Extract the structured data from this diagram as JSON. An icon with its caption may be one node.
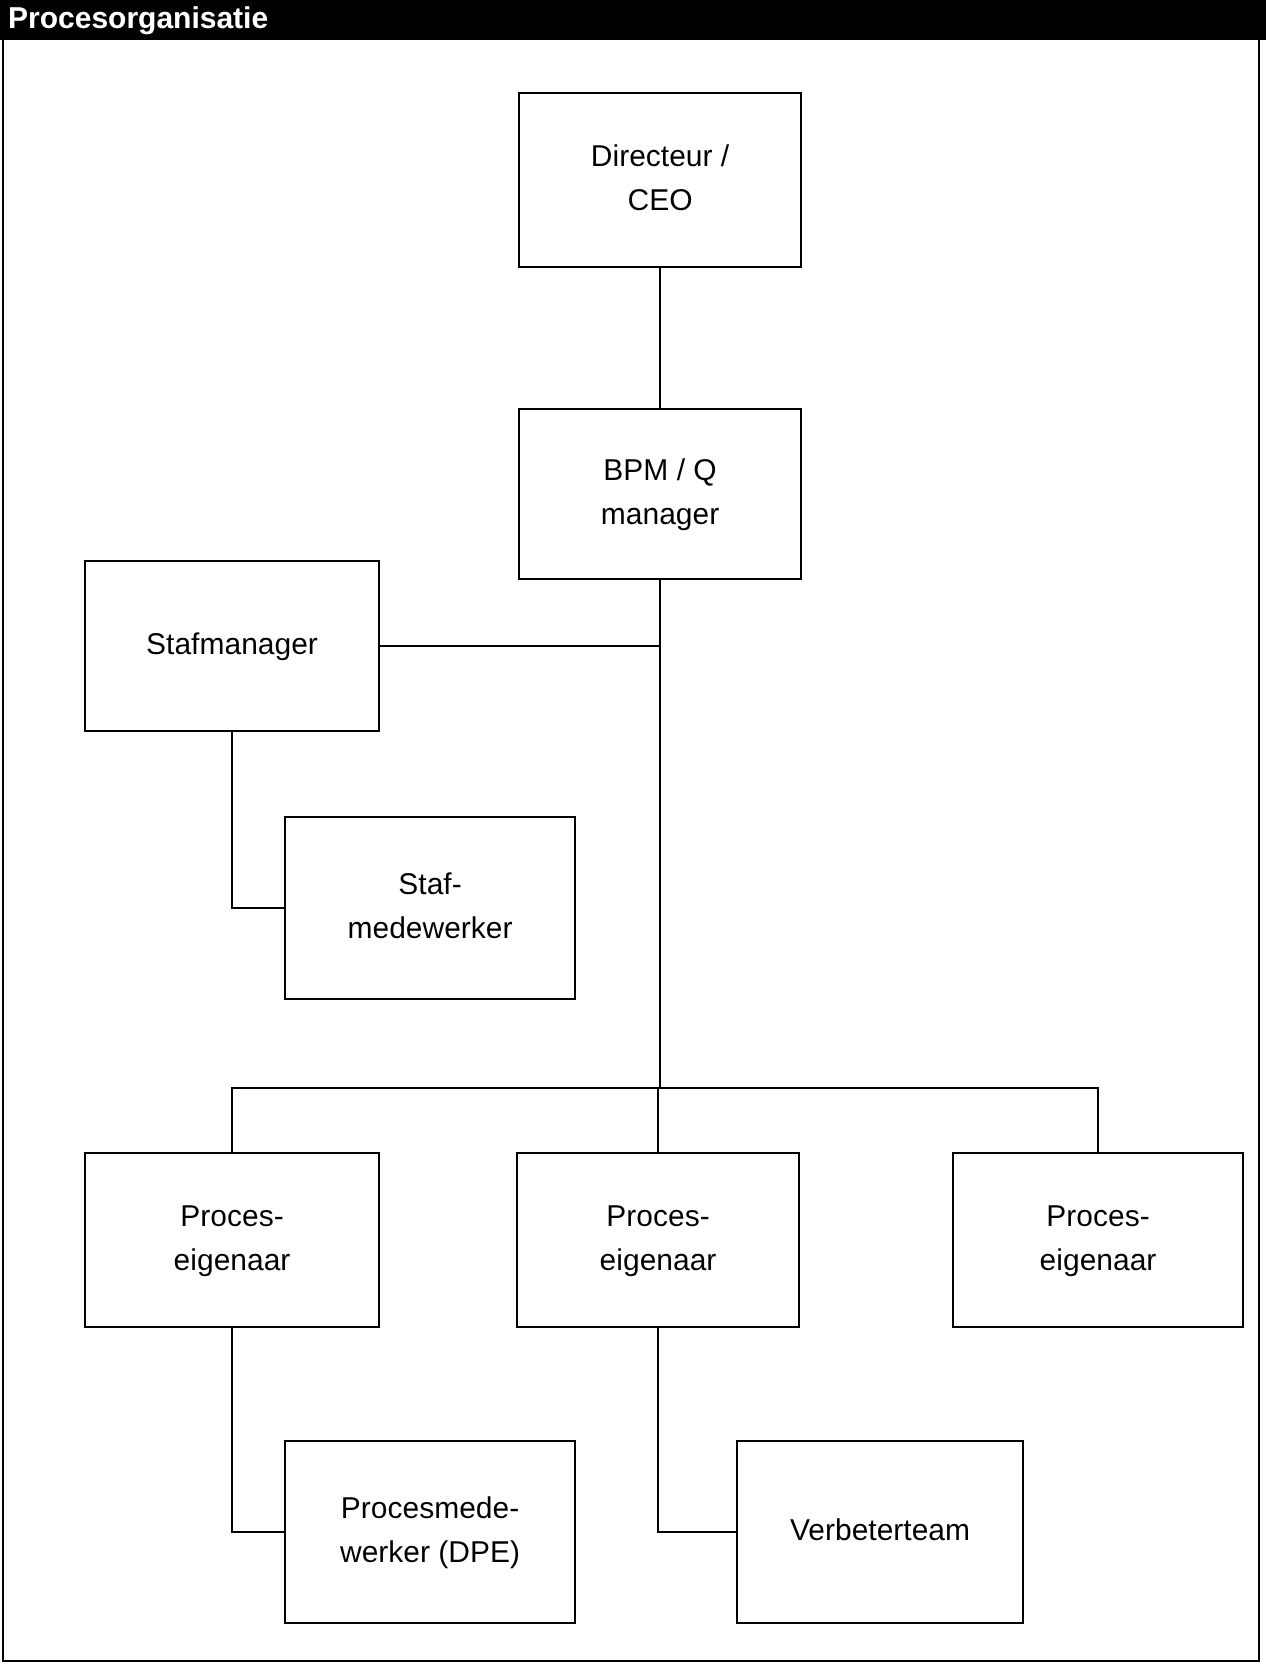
{
  "diagram": {
    "title": "Procesorganisatie",
    "nodes": [
      {
        "text": [
          "Directeur / CEO"
        ]
      },
      {
        "text": [
          "BPM / Q manager"
        ]
      },
      {
        "text": [
          "Stafmanager"
        ]
      },
      {
        "text": [
          "Staf- medewerker"
        ]
      },
      {
        "text": [
          "Proces- eigenaar"
        ]
      },
      {
        "text": [
          "Proces- eigenaar"
        ]
      },
      {
        "text": [
          "Proces- eigenaar"
        ]
      },
      {
        "text": [
          "Procesmede- werker (DPE)"
        ]
      },
      {
        "text": [
          "Verbeterteam"
        ]
      }
    ],
    "edges": [
      {
        "from": 0,
        "to": 1,
        "arrow": "none"
      },
      {
        "from": 1,
        "to": 2,
        "arrow": "none"
      },
      {
        "from": 1,
        "to": 4,
        "arrow": "none"
      },
      {
        "from": 1,
        "to": 5,
        "arrow": "none"
      },
      {
        "from": 1,
        "to": 6,
        "arrow": "none"
      },
      {
        "from": 2,
        "to": 3,
        "arrow": "none"
      },
      {
        "from": 4,
        "to": 7,
        "arrow": "none"
      },
      {
        "from": 5,
        "to": 8,
        "arrow": "none"
      }
    ]
  }
}
